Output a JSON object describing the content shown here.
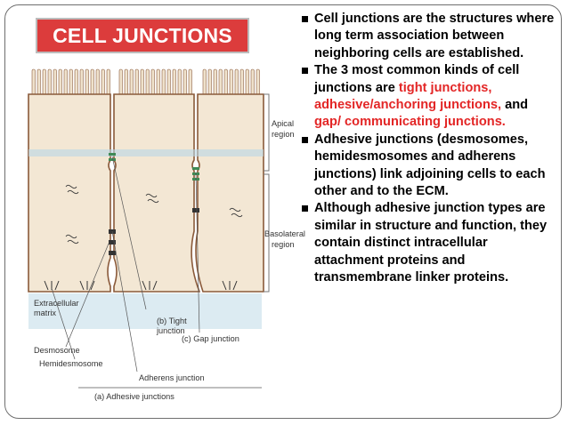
{
  "title": "CELL JUNCTIONS",
  "figure": {
    "region_labels": {
      "apical_1": "Apical",
      "apical_2": "region",
      "basolateral_1": "Basolateral",
      "basolateral_2": "region"
    },
    "labels": {
      "extracellular_1": "Extracellular",
      "extracellular_2": "matrix",
      "tight_1": "(b) Tight",
      "tight_2": "junction",
      "gap": "(c) Gap junction",
      "desmosome": "Desmosome",
      "hemidesmosome": "Hemidesmosome",
      "adherens": "Adherens junction",
      "adhesive": "(a) Adhesive junctions"
    }
  },
  "bullets": {
    "b1": "Cell junctions are the structures where long term association between neighboring cells are established.",
    "b2_pre": "The 3 most common kinds of cell junctions are ",
    "b2_tight": "tight junctions, adhesive/anchoring junctions,",
    "b2_and": " and ",
    "b2_gap": "gap/ communicating junctions.",
    "b3": "Adhesive junctions (desmosomes, hemidesmosomes and adherens junctions) link adjoining cells to each other and to the ECM.",
    "b4": " Although adhesive junction types are similar in structure and function, they contain distinct intracellular attachment proteins and transmembrane linker proteins."
  },
  "colors": {
    "title_bg": "#dc3c3c",
    "highlight": "#e32626",
    "cell_fill": "#f3e7d4",
    "matrix_blue": "#b9d7e6",
    "membrane": "#8a5a3a",
    "gap_green": "#3f8a55"
  }
}
